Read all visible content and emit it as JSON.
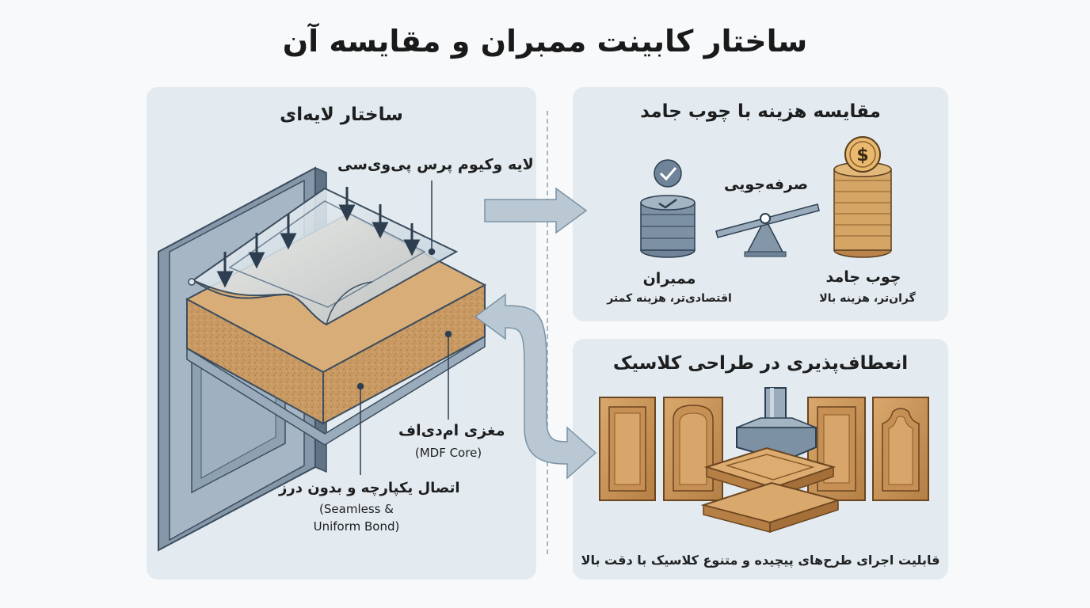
{
  "title": "ساختار کابینت ممبران و مقایسه آن",
  "layers": {
    "title": "ساختار لایه‌ای",
    "pvc_label": "لایه وکیوم پرس پی‌وی‌سی",
    "mdf_label": "مغزی ام‌دی‌اف",
    "mdf_en": "(MDF Core)",
    "bond_label": "اتصال یکپارچه و بدون درز",
    "bond_en_1": "(Seamless &",
    "bond_en_2": "Uniform Bond)"
  },
  "cost": {
    "title": "مقایسه هزینه با چوب جامد",
    "saving_label": "صرفه‌جویی",
    "membrane_name": "ممبران",
    "membrane_desc": "اقتصادی‌تر، هزینه کمتر",
    "wood_name": "چوب جامد",
    "wood_desc": "گران‌تر، هزینه بالا",
    "dollar_symbol": "$"
  },
  "classic": {
    "title": "انعطاف‌پذیری در طراحی کلاسیک",
    "caption": "قابلیت اجرای طرح‌های پیچیده و متنوع کلاسیک با دقت بالا"
  },
  "colors": {
    "panel_bg": "#e3ebf0",
    "steel": "#7f93a6",
    "mdf": "#c99a63",
    "wood": "#c9965e",
    "arrow": "#8aa1b2",
    "dark": "#2c3e50"
  }
}
